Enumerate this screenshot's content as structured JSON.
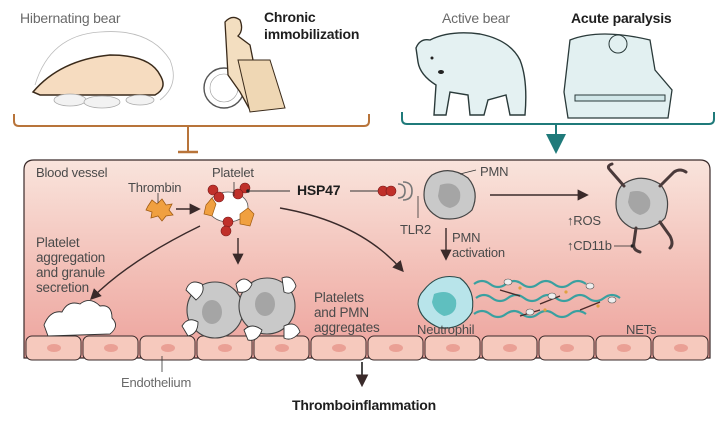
{
  "top_panels": {
    "left_group": {
      "items": [
        {
          "label": "Hibernating bear",
          "style": "normal"
        },
        {
          "label": "Chronic\nimmobilization",
          "style": "bold"
        }
      ],
      "bracket_color": "#b8743a",
      "connector": "inhibition"
    },
    "right_group": {
      "items": [
        {
          "label": "Active bear",
          "style": "normal"
        },
        {
          "label": "Acute paralysis",
          "style": "bold"
        }
      ],
      "bracket_color": "#1f7a7a",
      "connector": "activation-arrow"
    }
  },
  "vessel": {
    "title": "Blood vessel",
    "labels": {
      "thrombin": "Thrombin",
      "platelet": "Platelet",
      "hsp47": "HSP47",
      "pmn": "PMN",
      "tlr2": "TLR2",
      "pmn_activation": "PMN\nactivation",
      "ros": "↑ROS",
      "cd11b": "↑CD11b",
      "platelet_aggregation": "Platelet\naggregation\nand granule\nsecretion",
      "platelets_pmn_aggregates": "Platelets\nand PMN\naggregates",
      "neutrophil": "Neutrophil",
      "nets": "NETs",
      "endothelium": "Endothelium"
    },
    "colors": {
      "vessel_fill_top": "#f8e1da",
      "vessel_fill_bottom": "#eea8a2",
      "platelet_red": "#c0302a",
      "thrombin_orange": "#f0a040",
      "cell_gray": "#c8c8c8",
      "neutrophil_cyan": "#b8e4ea",
      "endothelium": "#f6c9bd"
    }
  },
  "outcome": {
    "label": "Thromboinflammation"
  }
}
